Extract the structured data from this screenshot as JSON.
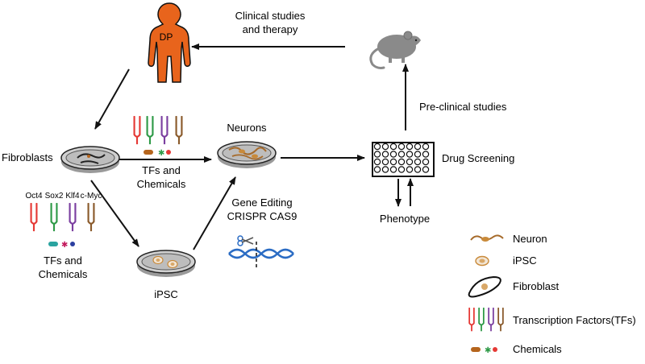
{
  "patient": {
    "label": "DP"
  },
  "steps": {
    "clinical_line1": "Clinical studies",
    "clinical_line2": "and therapy",
    "preclinical": "Pre-clinical studies",
    "drug_screening": "Drug Screening",
    "phenotype": "Phenotype",
    "fibroblasts": "Fibroblasts",
    "neurons": "Neurons",
    "ipsc": "iPSC",
    "tfs_top_line1": "TFs and",
    "tfs_top_line2": "Chemicals",
    "tfs_left_line1": "TFs and",
    "tfs_left_line2": "Chemicals",
    "gene_editing_line1": "Gene Editing",
    "gene_editing_line2": "CRISPR CAS9"
  },
  "factors": [
    "Oct4",
    "Sox2",
    "Klf4",
    "c-Myc"
  ],
  "legend": [
    {
      "icon": "neuron-icon",
      "label": "Neuron"
    },
    {
      "icon": "ipsc-icon",
      "label": "iPSC"
    },
    {
      "icon": "fibroblast-icon",
      "label": "Fibroblast"
    },
    {
      "icon": "tf-icon",
      "label": "Transcription Factors(TFs)"
    },
    {
      "icon": "chemicals-icon",
      "label": "Chemicals"
    }
  ],
  "colors": {
    "patient": "#e8641c",
    "arrow": "#111111",
    "mouse": "#8a8a8a",
    "tf_red": "#e53935",
    "tf_green": "#2e9a47",
    "tf_purple": "#7b3fa0",
    "tf_brown": "#8a5a2b",
    "chem_brown": "#b5651d",
    "chem_green": "#2e9a47",
    "chem_red": "#e53935",
    "dna": "#2b6cc4",
    "neuron": "#a66a2a",
    "ipsc": "#e0b07a"
  }
}
